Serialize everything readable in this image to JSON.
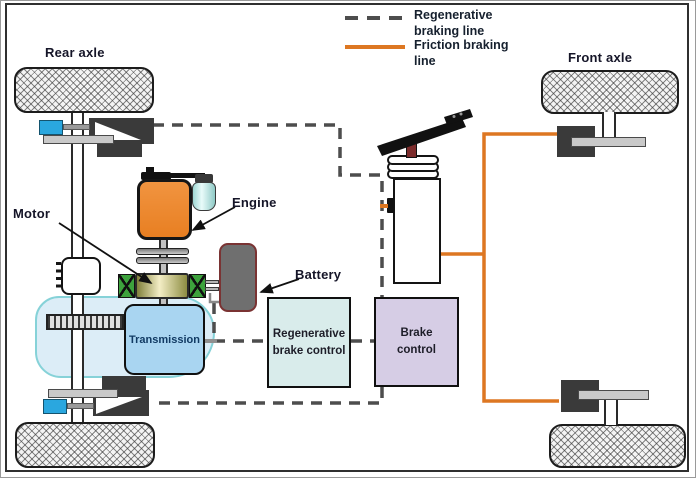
{
  "legend": {
    "items": [
      {
        "label": "Regenerative braking line",
        "style": "dashed",
        "color": "#4d4d4d"
      },
      {
        "label": "Friction braking line",
        "style": "solid",
        "color": "#dd7722"
      }
    ]
  },
  "labels": {
    "rear_axle": "Rear axle",
    "front_axle": "Front axle",
    "motor": "Motor",
    "engine": "Engine",
    "battery": "Battery"
  },
  "boxes": {
    "transmission": "Transmission",
    "regenerative_brake_control": "Regenerative brake control",
    "brake_control": "Brake control"
  },
  "colors": {
    "friction_line": "#dd7722",
    "regenerative_line": "#4d4d4d",
    "engine": "#ee8430",
    "motor_body": "#efe9c2",
    "battery_fill": "#6f6f6f",
    "battery_border": "#7a3333",
    "transmission_fill": "#a9d5f1",
    "regen_control_fill": "#d9eceb",
    "brake_control_fill": "#d6cde5",
    "hydraulic_blue": "#2aa7df",
    "joint_green": "#3da23d"
  }
}
